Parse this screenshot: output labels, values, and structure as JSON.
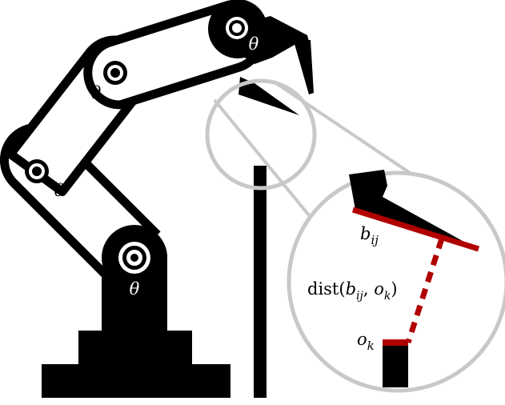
{
  "diagram": {
    "joint_symbol": "θ",
    "segment_label": "b",
    "segment_label_sub": "ij",
    "obstacle_label": "o",
    "obstacle_label_sub": "k",
    "distance_label": "dist(b_ij, o_k)",
    "colors": {
      "robot": "#000000",
      "highlight": "#b00000",
      "magnifier": "#c8c8c8",
      "background": "#ffffff"
    },
    "icons": [
      "robot-arm",
      "gripper",
      "magnifier-lens",
      "obstacle-post"
    ]
  }
}
